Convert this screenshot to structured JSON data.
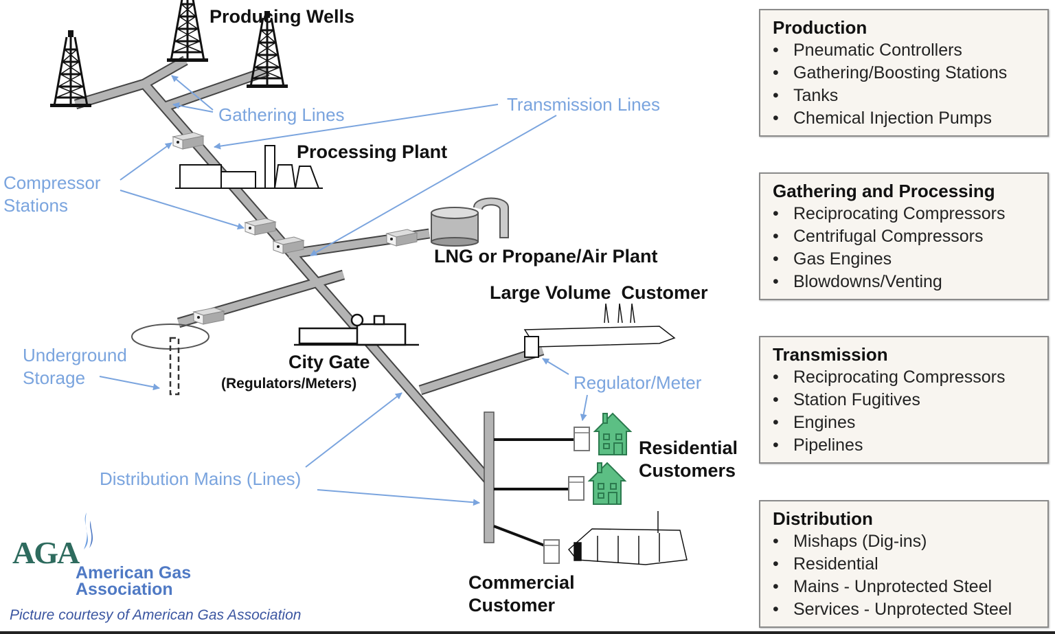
{
  "diagram": {
    "labels": {
      "producing_wells": "Producing Wells",
      "gathering_lines": "Gathering Lines",
      "transmission_lines": "Transmission Lines",
      "compressor_stations_1": "Compressor",
      "compressor_stations_2": "Stations",
      "processing_plant": "Processing Plant",
      "lng_plant": "LNG or Propane/Air Plant",
      "large_volume_customer": "Large Volume  Customer",
      "underground_storage_1": "Underground",
      "underground_storage_2": "Storage",
      "city_gate": "City Gate",
      "city_gate_sub": "(Regulators/Meters)",
      "regulator_meter": "Regulator/Meter",
      "residential_1": "Residential",
      "residential_2": "Customers",
      "distribution_mains": "Distribution Mains (Lines)",
      "commercial_1": "Commercial",
      "commercial_2": "Customer"
    },
    "colors": {
      "annotation_blue": "#7aa4de",
      "pipe_gray": "#b4b4b4",
      "house_green": "#5cbf84",
      "box_fill": "#f8f5f0"
    }
  },
  "logo": {
    "letters": "AGA",
    "name_line1": "American Gas",
    "name_line2": "Association",
    "courtesy": "Picture courtesy of American Gas Association"
  },
  "sources": [
    {
      "title": "Production",
      "items": [
        "Pneumatic Controllers",
        "Gathering/Boosting Stations",
        "Tanks",
        "Chemical Injection Pumps"
      ]
    },
    {
      "title": "Gathering and Processing",
      "items": [
        "Reciprocating Compressors",
        "Centrifugal Compressors",
        "Gas Engines",
        "Blowdowns/Venting"
      ]
    },
    {
      "title": "Transmission",
      "items": [
        "Reciprocating Compressors",
        "Station Fugitives",
        "Engines",
        "Pipelines"
      ]
    },
    {
      "title": "Distribution",
      "items": [
        "Mishaps (Dig-ins)",
        "Residential",
        "Mains - Unprotected Steel",
        "Services - Unprotected Steel"
      ]
    }
  ]
}
